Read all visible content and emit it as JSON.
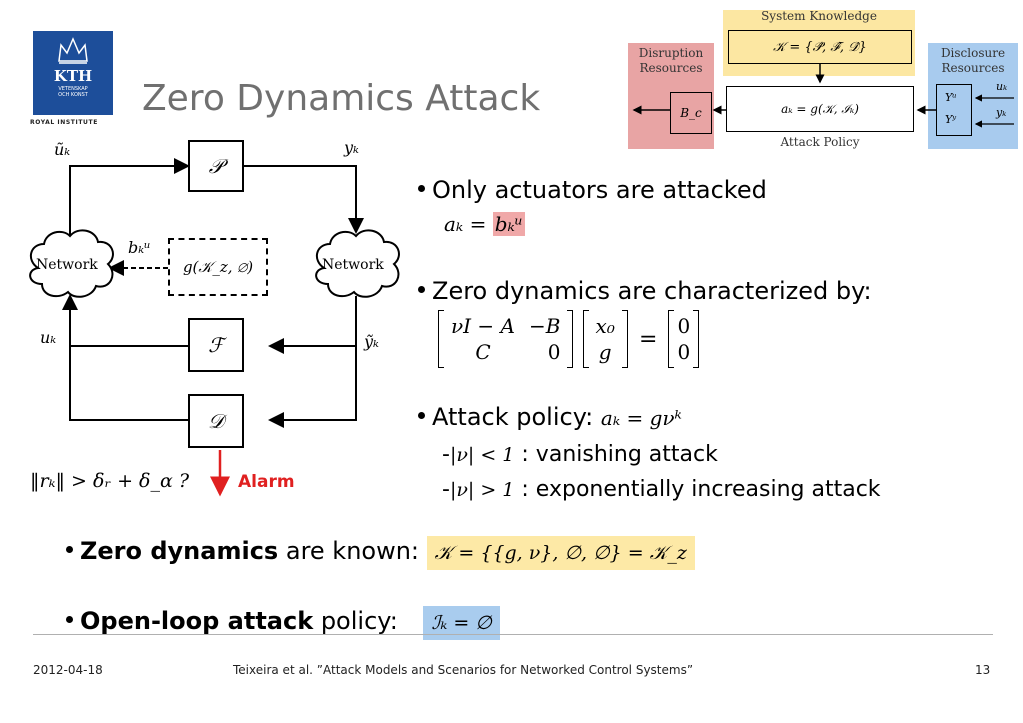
{
  "logo": {
    "text": "KTH",
    "subtext": "VETENSKAP\nOCH KONST",
    "caption": "ROYAL INSTITUTE"
  },
  "title": "Zero Dynamics Attack",
  "model_figure": {
    "system_knowledge_label": "System Knowledge",
    "knowledge_formula": "𝒦 = {𝒫̂, ℱ̂, 𝒟̂}",
    "disruption_label": "Disruption\nResources",
    "disruption_box": "B_c",
    "disclosure_label": "Disclosure\nResources",
    "upsilon_u": "Υᵘ",
    "upsilon_y": "Υʸ",
    "u_k": "uₖ",
    "y_k": "yₖ",
    "policy_formula": "aₖ = g(𝒦, ℐₖ)",
    "policy_label": "Attack Policy",
    "colors": {
      "disruption": "#e8a4a4",
      "knowledge": "#fce7a2",
      "disclosure": "#a8cbee"
    }
  },
  "block_diagram": {
    "P": "𝒫",
    "F": "ℱ",
    "D": "𝒟",
    "attack_block": "g(𝒦_z, ∅)",
    "network_left": "Network",
    "network_right": "Network",
    "u_tilde": "ũₖ",
    "y_k": "yₖ",
    "b_k": "bₖᵘ",
    "u_k": "uₖ",
    "y_tilde": "ỹₖ",
    "detection": "‖rₖ‖ > δᵣ + δ_α ?",
    "alarm": "Alarm",
    "alarm_color": "#e02020"
  },
  "bullets": {
    "b1": "Only actuators are attacked",
    "b1_math_lhs": "aₖ =",
    "b1_math_hl": "bₖᵘ",
    "b2": "Zero dynamics are characterized by:",
    "matrix": {
      "a11": "νI − A",
      "a12": "−B",
      "a21": "C",
      "a22": "0",
      "x1": "x₀",
      "x2": "g",
      "eq": "=",
      "r1": "0",
      "r2": "0"
    },
    "b3": "Attack policy:",
    "b3_math": "aₖ = gνᵏ",
    "s1_math": "|ν| < 1",
    "s1_text": ": vanishing attack",
    "s2_math": "|ν| > 1",
    "s2_text": ": exponentially increasing attack",
    "b4_bold": "Zero dynamics",
    "b4_text": "are known:",
    "b4_math": "𝒦 = {{g, ν}, ∅, ∅} = 𝒦_z",
    "b5_bold": "Open-loop attack",
    "b5_text": "policy:",
    "b5_math": "ℐₖ = ∅"
  },
  "footer": {
    "date": "2012-04-18",
    "citation": "Teixeira et al. ”Attack Models and Scenarios for Networked Control Systems”",
    "page": "13"
  }
}
